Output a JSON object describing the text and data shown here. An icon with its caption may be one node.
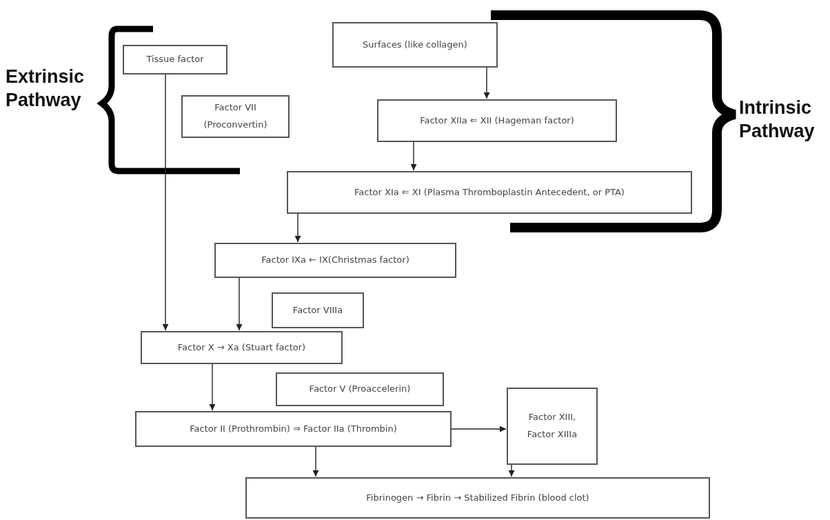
{
  "diagram": {
    "nodes": [
      {
        "text": [
          "Tissue factor"
        ]
      },
      {
        "text": [
          "Factor VII (Proconvertin)"
        ]
      },
      {
        "text": [
          "Surfaces (like collagen)"
        ]
      },
      {
        "text": [
          "Factor XIIa ⇐ XII (Hageman factor)"
        ]
      },
      {
        "text": [
          "Factor XIa ⇐ XI (Plasma Thromboplastin Antecedent, or PTA)"
        ]
      },
      {
        "text": [
          "Factor IXa ← IX(Christmas factor)"
        ]
      },
      {
        "text": [
          "Factor VIIIa"
        ]
      },
      {
        "text": [
          "Factor X → Xa (Stuart factor)"
        ]
      },
      {
        "text": [
          "Factor V (Proaccelerin)"
        ]
      },
      {
        "text": [
          "Factor II (Prothrombin) ⇒ Factor IIa (Thrombin)"
        ]
      },
      {
        "text": [
          "Factor XIII, Factor XIIIa"
        ]
      },
      {
        "text": [
          "Fibrinogen → Fibrin → Stabilized Fibrin (blood clot)"
        ]
      }
    ],
    "edges": [
      {
        "from": 0,
        "to": 7,
        "arrow": "to"
      },
      {
        "from": 2,
        "to": 3,
        "arrow": "to"
      },
      {
        "from": 3,
        "to": 4,
        "arrow": "to"
      },
      {
        "from": 4,
        "to": 5,
        "arrow": "to"
      },
      {
        "from": 5,
        "to": 7,
        "arrow": "to"
      },
      {
        "from": 7,
        "to": 9,
        "arrow": "to"
      },
      {
        "from": 9,
        "to": 10,
        "arrow": "to"
      },
      {
        "from": 9,
        "to": 11,
        "arrow": "to"
      },
      {
        "from": 10,
        "to": 11,
        "arrow": "to"
      }
    ],
    "labels": [
      "Extrinsic Pathway",
      "Intrinsic Pathway"
    ]
  }
}
